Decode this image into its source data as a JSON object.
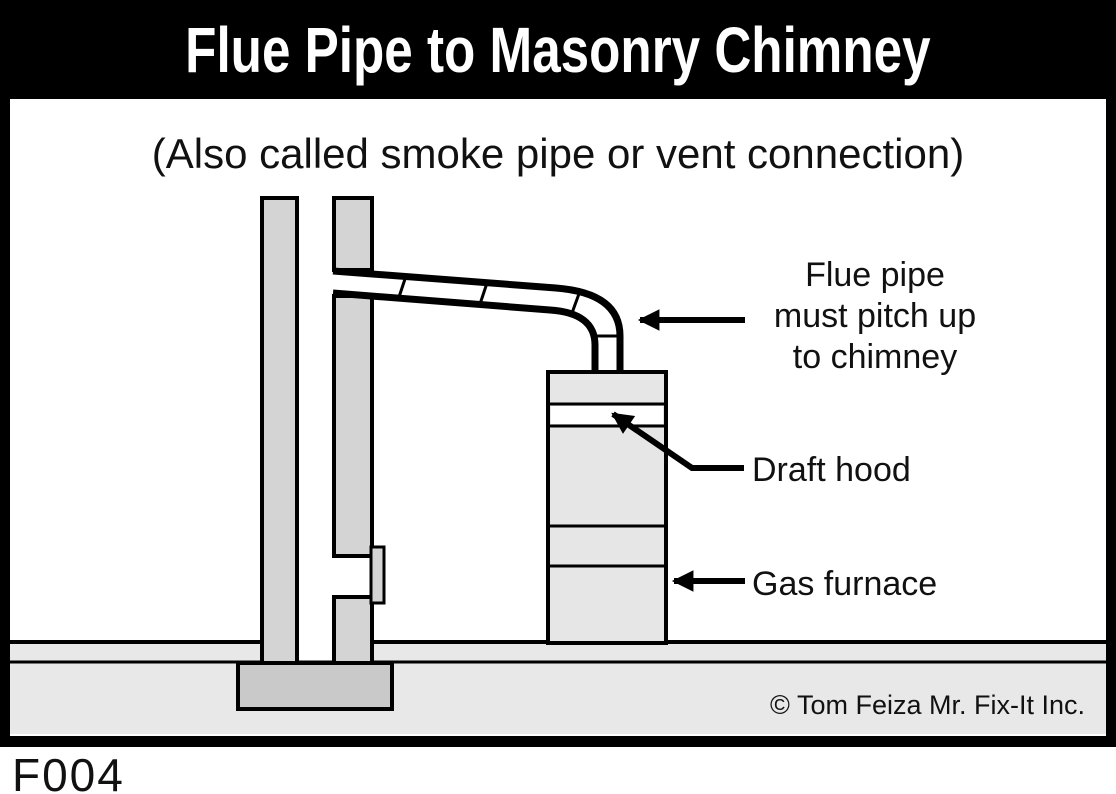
{
  "header": {
    "title": "Flue Pipe to Masonry Chimney"
  },
  "subtitle": "(Also called smoke pipe or vent connection)",
  "annotations": {
    "flue_pipe": {
      "lines": [
        "Flue pipe",
        "must pitch up",
        "to chimney"
      ]
    },
    "draft_hood": "Draft hood",
    "gas_furnace": "Gas furnace"
  },
  "footer": {
    "copyright": "© Tom Feiza Mr. Fix-It Inc.",
    "figure_id": "F004"
  },
  "colors": {
    "title_bg": "#000000",
    "title_text": "#ffffff",
    "line": "#000000",
    "masonry": "#d4d4d4",
    "furnace": "#e6e6e6",
    "floor": "#e8e8e8",
    "footing": "#c9c9c9",
    "pipe_fill": "#ffffff"
  }
}
